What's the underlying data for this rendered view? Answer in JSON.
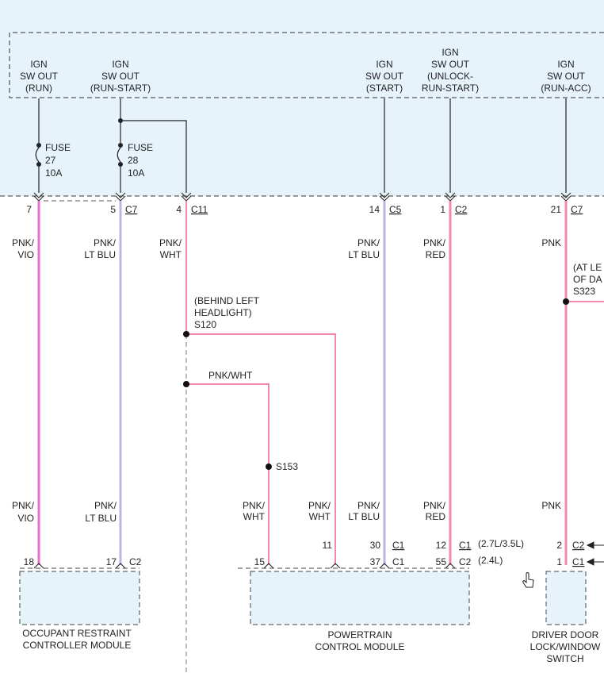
{
  "colors": {
    "panel_fill": "#e6f3fb",
    "pnk_wire": "#f08aa6",
    "pnk_vio_wire": "#e86fc8",
    "pnk_ltblu_wire": "#b7b8e0",
    "black": "#222222"
  },
  "ign_outputs": [
    {
      "l1": "IGN",
      "l2": "SW OUT",
      "l3": "(RUN)"
    },
    {
      "l1": "IGN",
      "l2": "SW OUT",
      "l3": "(RUN-START)"
    },
    {
      "l1": "IGN",
      "l2": "SW OUT",
      "l3": "(START)"
    },
    {
      "l1": "IGN",
      "l2": "SW OUT",
      "l3": "(UNLOCK-",
      "l4": "RUN-START)"
    },
    {
      "l1": "IGN",
      "l2": "SW OUT",
      "l3": "(RUN-ACC)"
    }
  ],
  "fuses": [
    {
      "l1": "FUSE",
      "l2": "27",
      "l3": "10A"
    },
    {
      "l1": "FUSE",
      "l2": "28",
      "l3": "10A"
    }
  ],
  "top_pins": [
    {
      "pin": "7",
      "conn": ""
    },
    {
      "pin": "5",
      "conn": "C7"
    },
    {
      "pin": "4",
      "conn": "C11"
    },
    {
      "pin": "14",
      "conn": "C5"
    },
    {
      "pin": "1",
      "conn": "C2"
    },
    {
      "pin": "21",
      "conn": "C7"
    }
  ],
  "wire_colors_top": [
    {
      "l1": "PNK/",
      "l2": "VIO"
    },
    {
      "l1": "PNK/",
      "l2": "LT BLU"
    },
    {
      "l1": "PNK/",
      "l2": "WHT"
    },
    {
      "l1": "PNK/",
      "l2": "LT BLU"
    },
    {
      "l1": "PNK/",
      "l2": "RED"
    },
    {
      "l1": "PNK",
      "l2": ""
    }
  ],
  "splices": {
    "s120": {
      "l1": "(BEHIND LEFT",
      "l2": "HEADLIGHT)",
      "l3": "S120"
    },
    "s153": "S153",
    "s323": {
      "l1": "(AT LE",
      "l2": "OF DA",
      "l3": "S323"
    },
    "branch_label": "PNK/WHT"
  },
  "wire_colors_bottom": [
    {
      "l1": "PNK/",
      "l2": "VIO"
    },
    {
      "l1": "PNK/",
      "l2": "LT BLU"
    },
    {
      "l1": "PNK/",
      "l2": "WHT"
    },
    {
      "l1": "PNK/",
      "l2": "WHT"
    },
    {
      "l1": "PNK/",
      "l2": "LT BLU"
    },
    {
      "l1": "PNK/",
      "l2": "RED"
    },
    {
      "l1": "PNK",
      "l2": ""
    }
  ],
  "bottom_pins": {
    "orc_18": "18",
    "orc_17": "17",
    "orc_c2": "C2",
    "pcm_15": "15",
    "pcm_11": "11",
    "pcm_30": "30",
    "pcm_30_conn": "C1",
    "pcm_37": "37",
    "pcm_37_conn": "C1",
    "pcm_12": "12",
    "pcm_12_conn": "C1",
    "pcm_55": "55",
    "pcm_55_conn": "C2",
    "engine_a": "(2.7L/3.5L)",
    "engine_b": "(2.4L)",
    "dd_2": "2",
    "dd_2_conn": "C2",
    "dd_1": "1",
    "dd_1_conn": "C1"
  },
  "modules": {
    "orc": {
      "l1": "OCCUPANT RESTRAINT",
      "l2": "CONTROLLER MODULE"
    },
    "pcm": {
      "l1": "POWERTRAIN",
      "l2": "CONTROL MODULE"
    },
    "dd": {
      "l1": "DRIVER DOOR",
      "l2": "LOCK/WINDOW",
      "l3": "SWITCH"
    }
  }
}
